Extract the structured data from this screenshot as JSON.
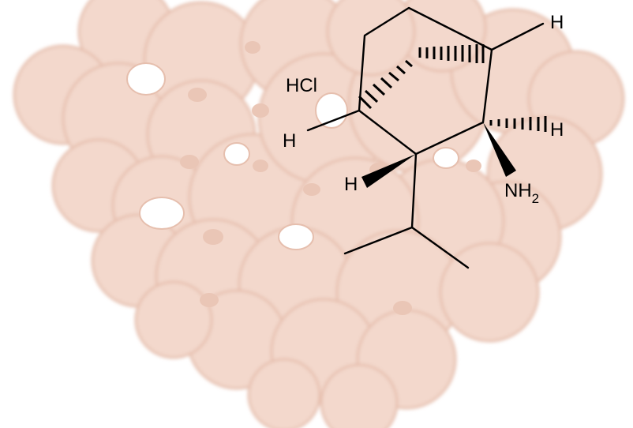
{
  "colors": {
    "background": "#ffffff",
    "blob_fill": "#f3d8cc",
    "blob_shade": "#e6bfae",
    "ink": "#000000"
  },
  "molecule": {
    "labels": {
      "salt": "HCl",
      "h_bridgehead_left": "H",
      "h_bridgehead_right": "H",
      "h_ring_right": "H",
      "h_wedge_left": "H",
      "amine": "NH",
      "amine_subscript": "2"
    }
  }
}
